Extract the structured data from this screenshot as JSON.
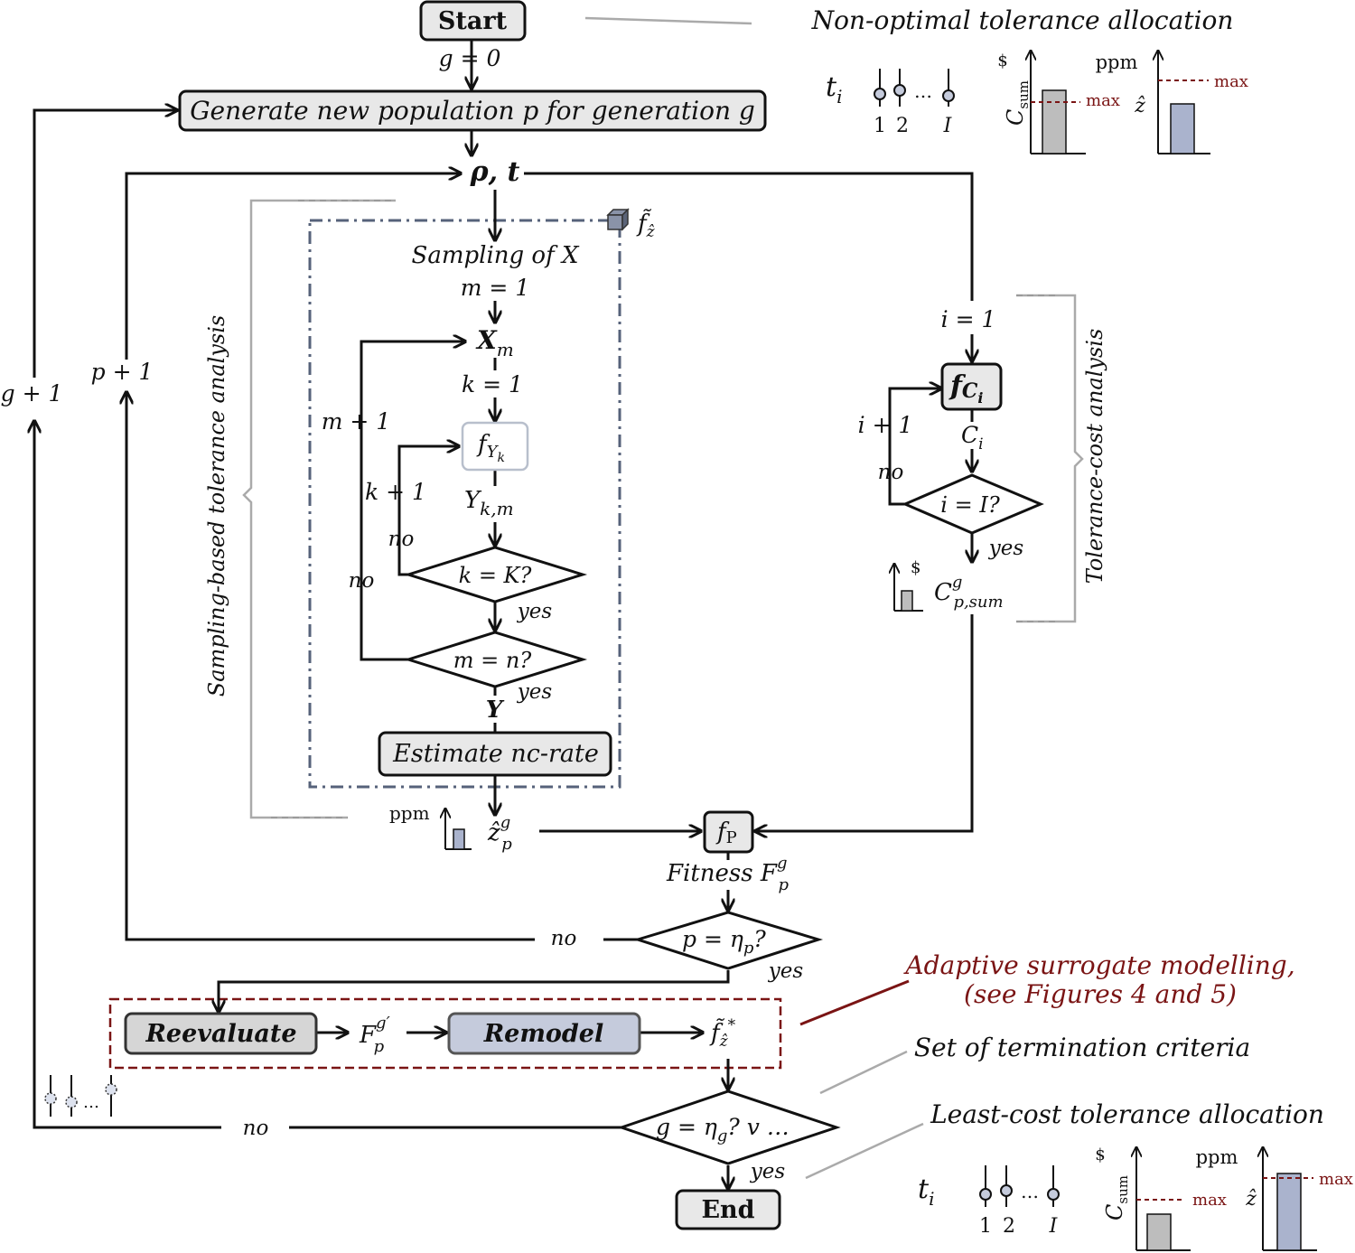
{
  "nodes": {
    "start": "Start",
    "generate": "Generate new population p for generation g",
    "rho_t": "ρ, t",
    "sampling": "Sampling of X",
    "x_m": "X",
    "x_m_sub": "m",
    "f_yk": "f",
    "f_yk_sub": "Y",
    "f_yk_subsub": "k",
    "y_km": "Y",
    "y_km_sub": "k,m",
    "k_eq_K": "k = K?",
    "m_eq_n": "m = n?",
    "y_vec": "Y",
    "estimate": "Estimate nc-rate",
    "z_hat": "ẑ",
    "z_hat_sup": "g",
    "z_hat_sub": "p",
    "f_p": "f",
    "f_p_sub": "P",
    "fitness": "Fitness F",
    "fitness_sup": "g",
    "fitness_sub": "p",
    "p_eq_eta": "p = η",
    "p_eq_eta_sub": "p",
    "p_eq_eta_q": "?",
    "reevaluate": "Reevaluate",
    "f_prime": "F",
    "f_prime_sup": "g′",
    "f_prime_sub": "p",
    "remodel": "Remodel",
    "f_tilde_star": "f̃",
    "f_tilde_star_sub": "ẑ",
    "f_tilde_star_sup": "*",
    "g_eq_eta": "g = η",
    "g_eq_eta_sub": "g",
    "g_eq_eta_rest": "? v …",
    "end": "End",
    "f_ci": "f",
    "f_ci_sub": "C",
    "f_ci_subsub": "i",
    "c_i": "C",
    "c_i_sub": "i",
    "i_eq_I": "i = I?",
    "c_sum": "C",
    "c_sum_sup": "g",
    "c_sum_sub": "p,sum",
    "f_tilde_box": "f̃",
    "f_tilde_box_sub": "ẑ"
  },
  "labels": {
    "g0": "g = 0",
    "m1": "m = 1",
    "k1": "k = 1",
    "i1": "i = 1",
    "m_plus": "m + 1",
    "k_plus": "k + 1",
    "i_plus": "i + 1",
    "p_plus": "p + 1",
    "g_plus": "g + 1",
    "no": "no",
    "yes": "yes"
  },
  "annotations": {
    "non_optimal": "Non-optimal tolerance allocation",
    "sampling_analysis": "Sampling-based tolerance analysis",
    "cost_analysis": "Tolerance-cost analysis",
    "adaptive_1": "Adaptive surrogate modelling,",
    "adaptive_2": "(see Figures 4 and 5)",
    "termination": "Set of termination criteria",
    "least_cost": "Least-cost tolerance allocation"
  },
  "insets": {
    "t": "t",
    "t_sub": "i",
    "tick_1": "1",
    "tick_2": "2",
    "tick_dots": "…",
    "tick_I": "I",
    "dollar": "$",
    "ppm": "ppm",
    "max": "max",
    "c": "C",
    "c_sub": "sum",
    "z": "ẑ"
  },
  "bar_levels": {
    "non_optimal_cost_fraction": 0.7,
    "non_optimal_ppm_fraction": 0.55,
    "least_cost_cost_fraction": 0.4,
    "least_cost_ppm_fraction": 0.85
  },
  "colors": {
    "box_fill": "#e8e8e8",
    "remodel_fill": "#c5cbdc",
    "reevaluate_fill": "#d6d6d6",
    "frame_blue": "#56627a",
    "annotation_red": "#7a1414",
    "bar_gray": "#bdbdbd",
    "bar_blue": "#aab3cd"
  }
}
